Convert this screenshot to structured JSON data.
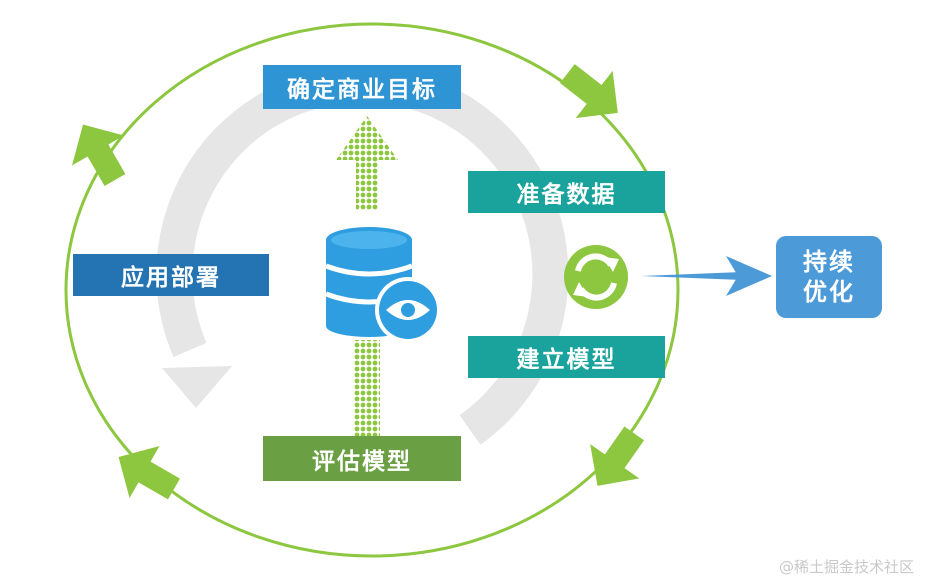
{
  "steps": {
    "define_goal": "确定商业目标",
    "prepare_data": "准备数据",
    "build_model": "建立模型",
    "evaluate_model": "评估模型",
    "deploy": "应用部署"
  },
  "outcome": {
    "line1": "持续",
    "line2": "优化"
  },
  "watermark": "@稀土掘金技术社区",
  "colors": {
    "cycle_green": "#8dc63f",
    "inner_ring_gray": "#e6e6e6",
    "goal_blue": "#2f94d4",
    "teal": "#1aa39c",
    "deploy_blue": "#2473b2",
    "evaluate_green": "#6aa043",
    "outcome_blue": "#4d9ad8",
    "database_blue": "#2e9ee0"
  },
  "icons": {
    "center": "database-eye-icon",
    "refresh": "refresh-icon"
  }
}
